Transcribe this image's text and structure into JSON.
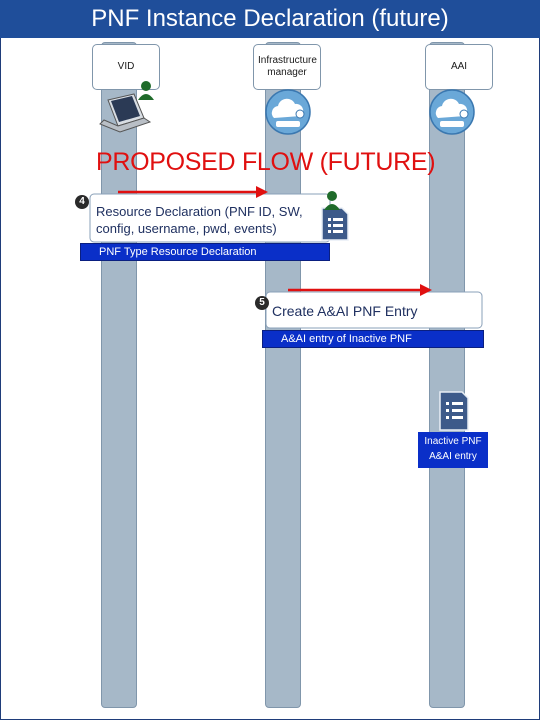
{
  "page": {
    "title": "PNF Instance Declaration (future)"
  },
  "lanes": {
    "vid": "VID",
    "infra": "Infrastructure manager",
    "aai": "AAI"
  },
  "banner": "PROPOSED FLOW (FUTURE)",
  "steps": [
    {
      "number": "4",
      "text_line1": "Resource Declaration (PNF ID, SW,",
      "text_line2": "config, username, pwd, events)",
      "caption": "PNF Type Resource Declaration"
    },
    {
      "number": "5",
      "text": "Create A&AI PNF Entry",
      "caption": "A&AI entry of Inactive PNF"
    }
  ],
  "note": {
    "line1": "Inactive PNF",
    "line2": "A&AI entry"
  },
  "colors": {
    "title_bg": "#1f4e9a",
    "lane": "#a6b8c8",
    "arrow": "#e01010",
    "caption_bg": "#0a2fc8"
  }
}
